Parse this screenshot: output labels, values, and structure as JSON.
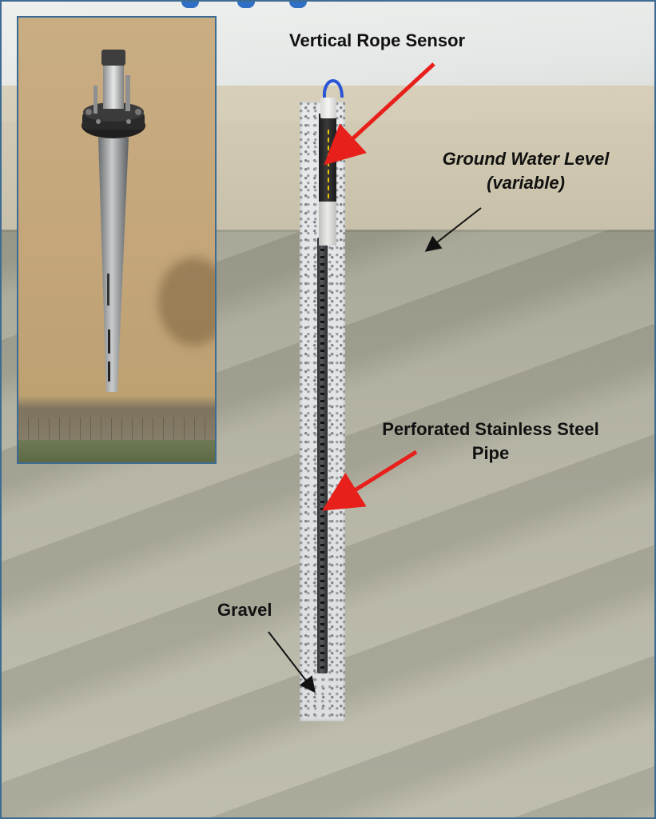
{
  "labels": {
    "sensor": "Vertical Rope Sensor",
    "ground_water_line1": "Ground Water Level",
    "ground_water_line2": "(variable)",
    "pipe_line1": "Perforated Stainless Steel",
    "pipe_line2": "Pipe",
    "gravel": "Gravel"
  },
  "colors": {
    "frame_border": "#3d6b93",
    "red_arrow": "#e8201c",
    "black_arrow": "#111111",
    "sensor_cable": "#2b55d6"
  },
  "icons": {
    "sensor_arrow": "red-arrow",
    "pipe_arrow": "red-arrow",
    "water_arrow": "black-arrow",
    "gravel_arrow": "black-arrow"
  }
}
